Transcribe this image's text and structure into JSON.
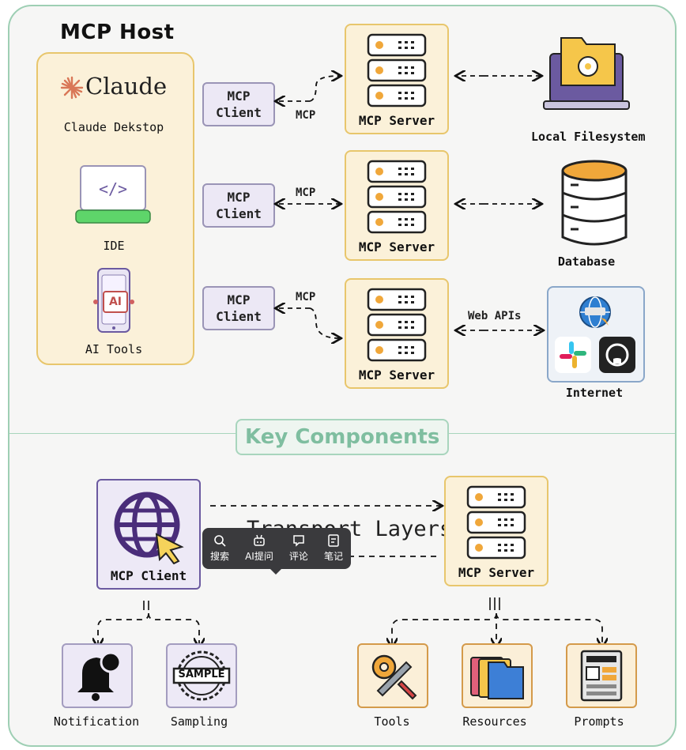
{
  "host": {
    "title": "MCP Host",
    "claude_logo": "Claude",
    "claude_desktop": "Claude Dekstop",
    "ide": "IDE",
    "ai_tools": "AI Tools",
    "ai_badge": "AI"
  },
  "rows": [
    {
      "client": "MCP Client",
      "link": "MCP",
      "server": "MCP Server",
      "target": "Local Filesystem",
      "target_link": ""
    },
    {
      "client": "MCP Client",
      "link": "MCP",
      "server": "MCP Server",
      "target": "Database",
      "target_link": ""
    },
    {
      "client": "MCP Client",
      "link": "MCP",
      "server": "MCP Server",
      "target": "Internet",
      "target_link": "Web APIs"
    }
  ],
  "key": {
    "title": "Key Components",
    "client": "MCP Client",
    "server": "MCP Server",
    "transport": "Transport Layers",
    "client_children": [
      "Notification",
      "Sampling"
    ],
    "server_children": [
      "Tools",
      "Resources",
      "Prompts"
    ],
    "sample_stamp": "SAMPLE"
  },
  "tooltip": {
    "items": [
      "搜索",
      "AI提问",
      "评论",
      "笔记"
    ]
  },
  "colors": {
    "frame": "#9ecfb4",
    "accent_orange": "#f0a73a",
    "client_purple": "#4a2d7a"
  }
}
